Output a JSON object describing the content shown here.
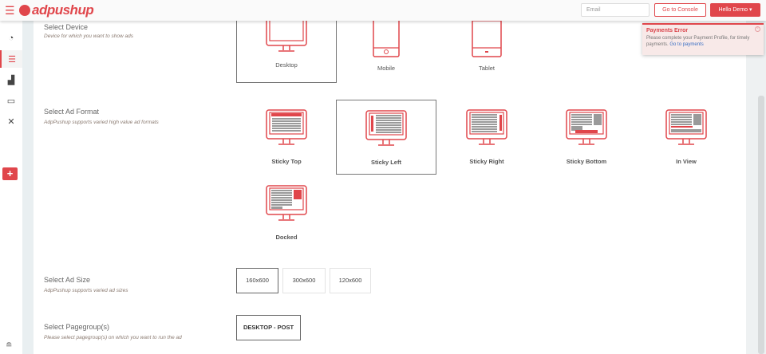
{
  "header": {
    "menu_icon": "hamburger-icon",
    "logo": "adpushup",
    "email_placeholder": "Email",
    "console_label": "Go to Console",
    "user_label": "Hello Demo ▾"
  },
  "sidebar": {
    "items": [
      {
        "icon": "dashboard-icon",
        "glyph": "◔"
      },
      {
        "icon": "list-icon",
        "glyph": "☰",
        "active": true
      },
      {
        "icon": "chart-icon",
        "glyph": "▟"
      },
      {
        "icon": "monitor-icon",
        "glyph": "▭"
      },
      {
        "icon": "tools-icon",
        "glyph": "✕"
      }
    ],
    "add_glyph": "+",
    "bottom_glyph": "≘"
  },
  "notification": {
    "title": "Payments Error",
    "message": "Please complete your Payment Profile, for timely payments.",
    "link": "Go to payments",
    "close": "×"
  },
  "device": {
    "label": "Select Device",
    "description": "Device for which you want to show ads",
    "options": [
      "Desktop",
      "Mobile",
      "Tablet"
    ],
    "selected": "Desktop"
  },
  "format": {
    "label": "Select Ad Format",
    "description": "AdpPushup supports varied high value ad formats",
    "options": [
      "Sticky Top",
      "Sticky Left",
      "Sticky Right",
      "Sticky Bottom",
      "In View",
      "Docked"
    ],
    "selected": "Sticky Left"
  },
  "size": {
    "label": "Select Ad Size",
    "description": "AdpPushup supports varied ad sizes",
    "options": [
      "160x600",
      "300x600",
      "120x600"
    ],
    "selected": "160x600"
  },
  "pagegroup": {
    "label": "Select Pagegroup(s)",
    "description": "Please select pagegroup(s) on which you want to run the ad",
    "options": [
      "DESKTOP - POST"
    ]
  },
  "colors": {
    "accent": "#e0464b",
    "placeholder": "#a8a8a8"
  }
}
